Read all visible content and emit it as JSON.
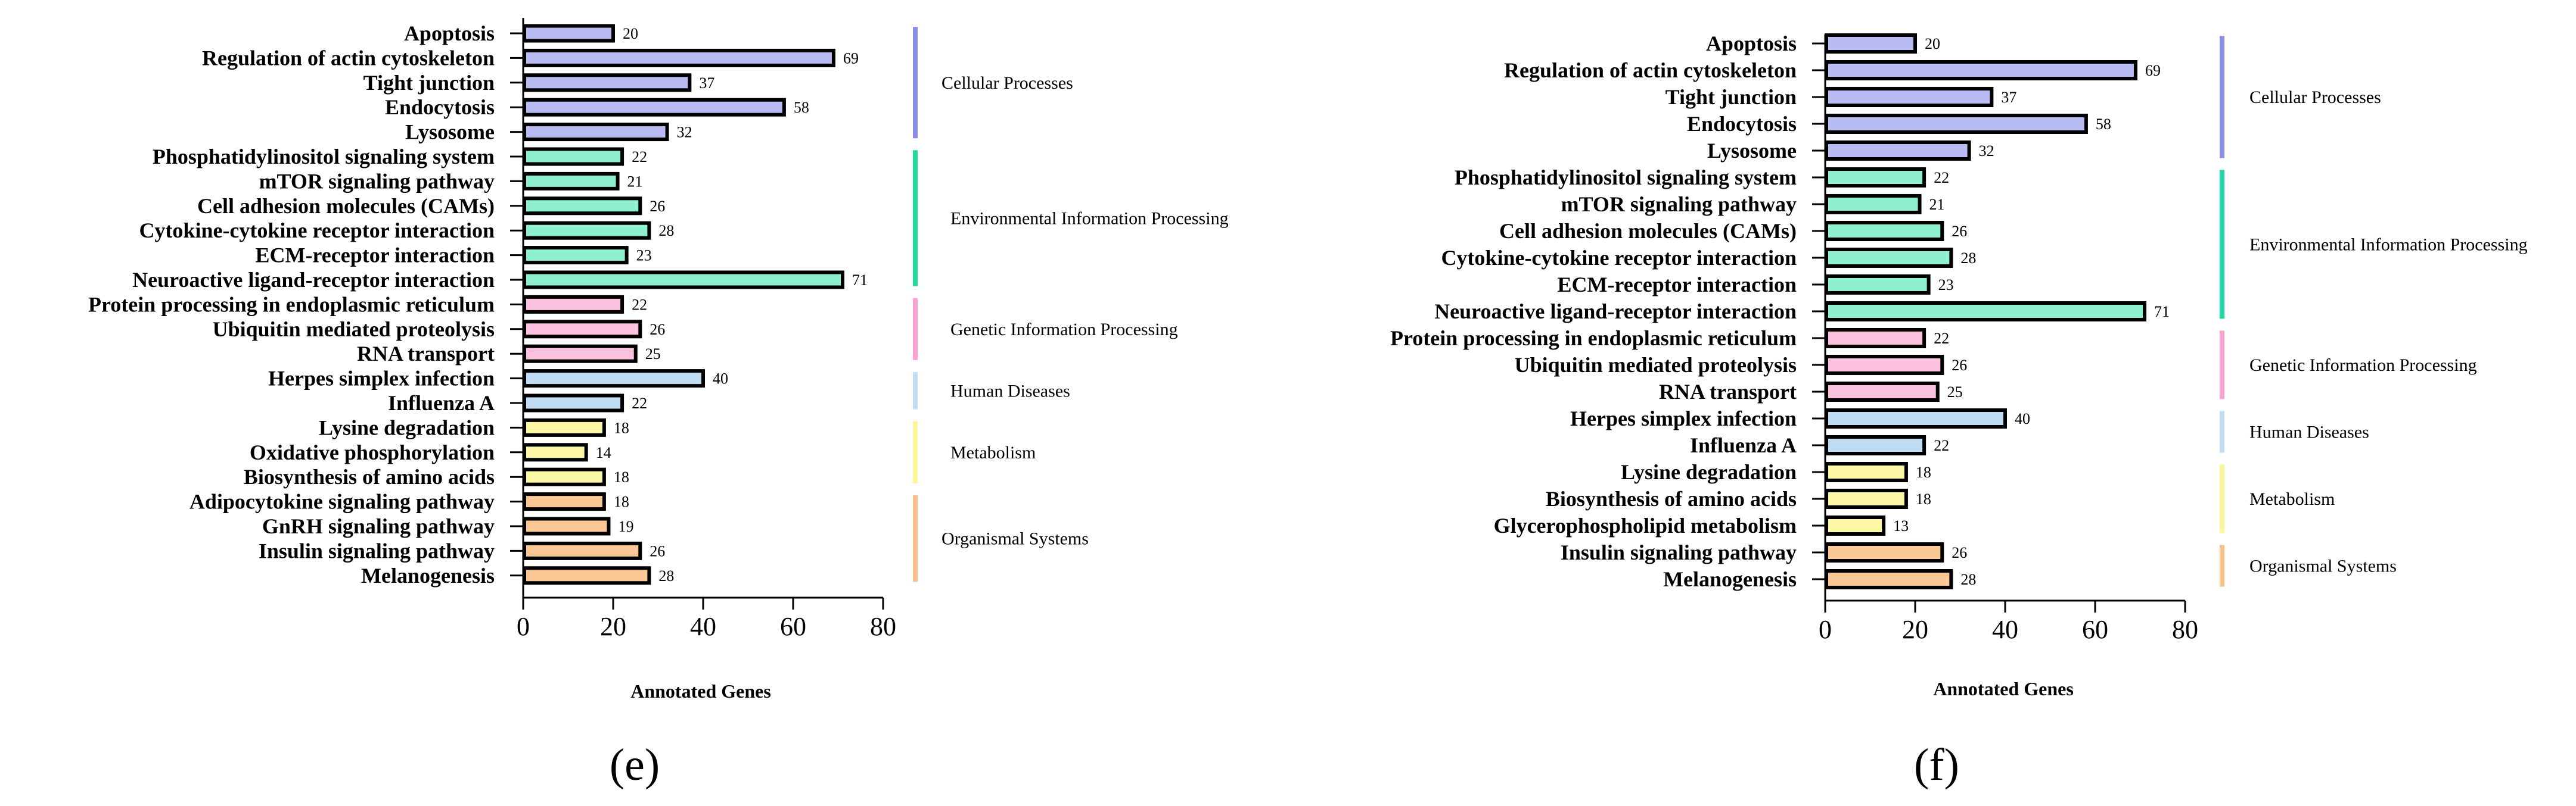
{
  "colors": {
    "Cellular Processes": "#b9bcf2",
    "Environmental Information Processing": "#8ff0cf",
    "Genetic Information Processing": "#fbc1df",
    "Human Diseases": "#bfdcf3",
    "Metabolism": "#fdf8a5",
    "Organismal Systems": "#fbc795",
    "group_bar_Cellular Processes": "#8b8ee8",
    "group_bar_Environmental Information Processing": "#23d8a0",
    "group_bar_Genetic Information Processing": "#f7a4d3",
    "group_bar_Human Diseases": "#c3def3",
    "group_bar_Metabolism": "#fcf59a",
    "group_bar_Organismal Systems": "#f8c28d",
    "bar_stroke": "#000000"
  },
  "chart_data": [
    {
      "type": "bar",
      "orientation": "horizontal",
      "panel_label": "(e)",
      "xlabel": "Annotated Genes",
      "xlim": [
        0,
        80
      ],
      "xticks": [
        0,
        20,
        40,
        60,
        80
      ],
      "categories": [
        "Apoptosis",
        "Regulation of actin cytoskeleton",
        "Tight junction",
        "Endocytosis",
        "Lysosome",
        "Phosphatidylinositol signaling system",
        "mTOR signaling pathway",
        "Cell adhesion molecules (CAMs)",
        "Cytokine-cytokine receptor interaction",
        "ECM-receptor interaction",
        "Neuroactive ligand-receptor interaction",
        "Protein processing in endoplasmic reticulum",
        "Ubiquitin mediated proteolysis",
        "RNA transport",
        "Herpes simplex infection",
        "Influenza A",
        "Lysine degradation",
        "Oxidative phosphorylation",
        "Biosynthesis of amino acids",
        "Adipocytokine signaling pathway",
        "GnRH signaling pathway",
        "Insulin signaling pathway",
        "Melanogenesis"
      ],
      "values": [
        20,
        69,
        37,
        58,
        32,
        22,
        21,
        26,
        28,
        23,
        71,
        22,
        26,
        25,
        40,
        22,
        18,
        14,
        18,
        18,
        19,
        26,
        28
      ],
      "value_labels": [
        "20",
        "69",
        "37",
        "58",
        "32",
        "22",
        "21",
        "26",
        "28",
        "23",
        "71",
        "22",
        "26",
        "25",
        "40",
        "22",
        "18",
        "14",
        "18",
        "18",
        "19",
        "26",
        "28"
      ],
      "groups": [
        {
          "name": "Cellular Processes",
          "count": 5
        },
        {
          "name": "Environmental Information Processing",
          "count": 6
        },
        {
          "name": "Genetic Information Processing",
          "count": 3
        },
        {
          "name": "Human Diseases",
          "count": 2
        },
        {
          "name": "Metabolism",
          "count": 3
        },
        {
          "name": "Organismal Systems",
          "count": 4
        }
      ],
      "tick_labels": [
        "0",
        "20",
        "40",
        "60",
        "80"
      ]
    },
    {
      "type": "bar",
      "orientation": "horizontal",
      "panel_label": "(f)",
      "xlabel": "Annotated Genes",
      "xlim": [
        0,
        80
      ],
      "xticks": [
        0,
        20,
        40,
        60,
        80
      ],
      "categories": [
        "Apoptosis",
        "Regulation of actin cytoskeleton",
        "Tight junction",
        "Endocytosis",
        "Lysosome",
        "Phosphatidylinositol signaling system",
        "mTOR signaling pathway",
        "Cell adhesion molecules (CAMs)",
        "Cytokine-cytokine receptor interaction",
        "ECM-receptor interaction",
        "Neuroactive ligand-receptor interaction",
        "Protein processing in endoplasmic reticulum",
        "Ubiquitin mediated proteolysis",
        "RNA transport",
        "Herpes simplex infection",
        "Influenza A",
        "Lysine degradation",
        "Biosynthesis of amino acids",
        "Glycerophospholipid metabolism",
        "Insulin signaling pathway",
        "Melanogenesis"
      ],
      "values": [
        20,
        69,
        37,
        58,
        32,
        22,
        21,
        26,
        28,
        23,
        71,
        22,
        26,
        25,
        40,
        22,
        18,
        18,
        13,
        26,
        28
      ],
      "value_labels": [
        "20",
        "69",
        "37",
        "58",
        "32",
        "22",
        "21",
        "26",
        "28",
        "23",
        "71",
        "22",
        "26",
        "25",
        "40",
        "22",
        "18",
        "18",
        "13",
        "26",
        "28"
      ],
      "groups": [
        {
          "name": "Cellular Processes",
          "count": 5
        },
        {
          "name": "Environmental Information Processing",
          "count": 6
        },
        {
          "name": "Genetic Information Processing",
          "count": 3
        },
        {
          "name": "Human Diseases",
          "count": 2
        },
        {
          "name": "Metabolism",
          "count": 3
        },
        {
          "name": "Organismal Systems",
          "count": 2
        }
      ],
      "tick_labels": [
        "0",
        "20",
        "40",
        "60",
        "80"
      ]
    }
  ]
}
